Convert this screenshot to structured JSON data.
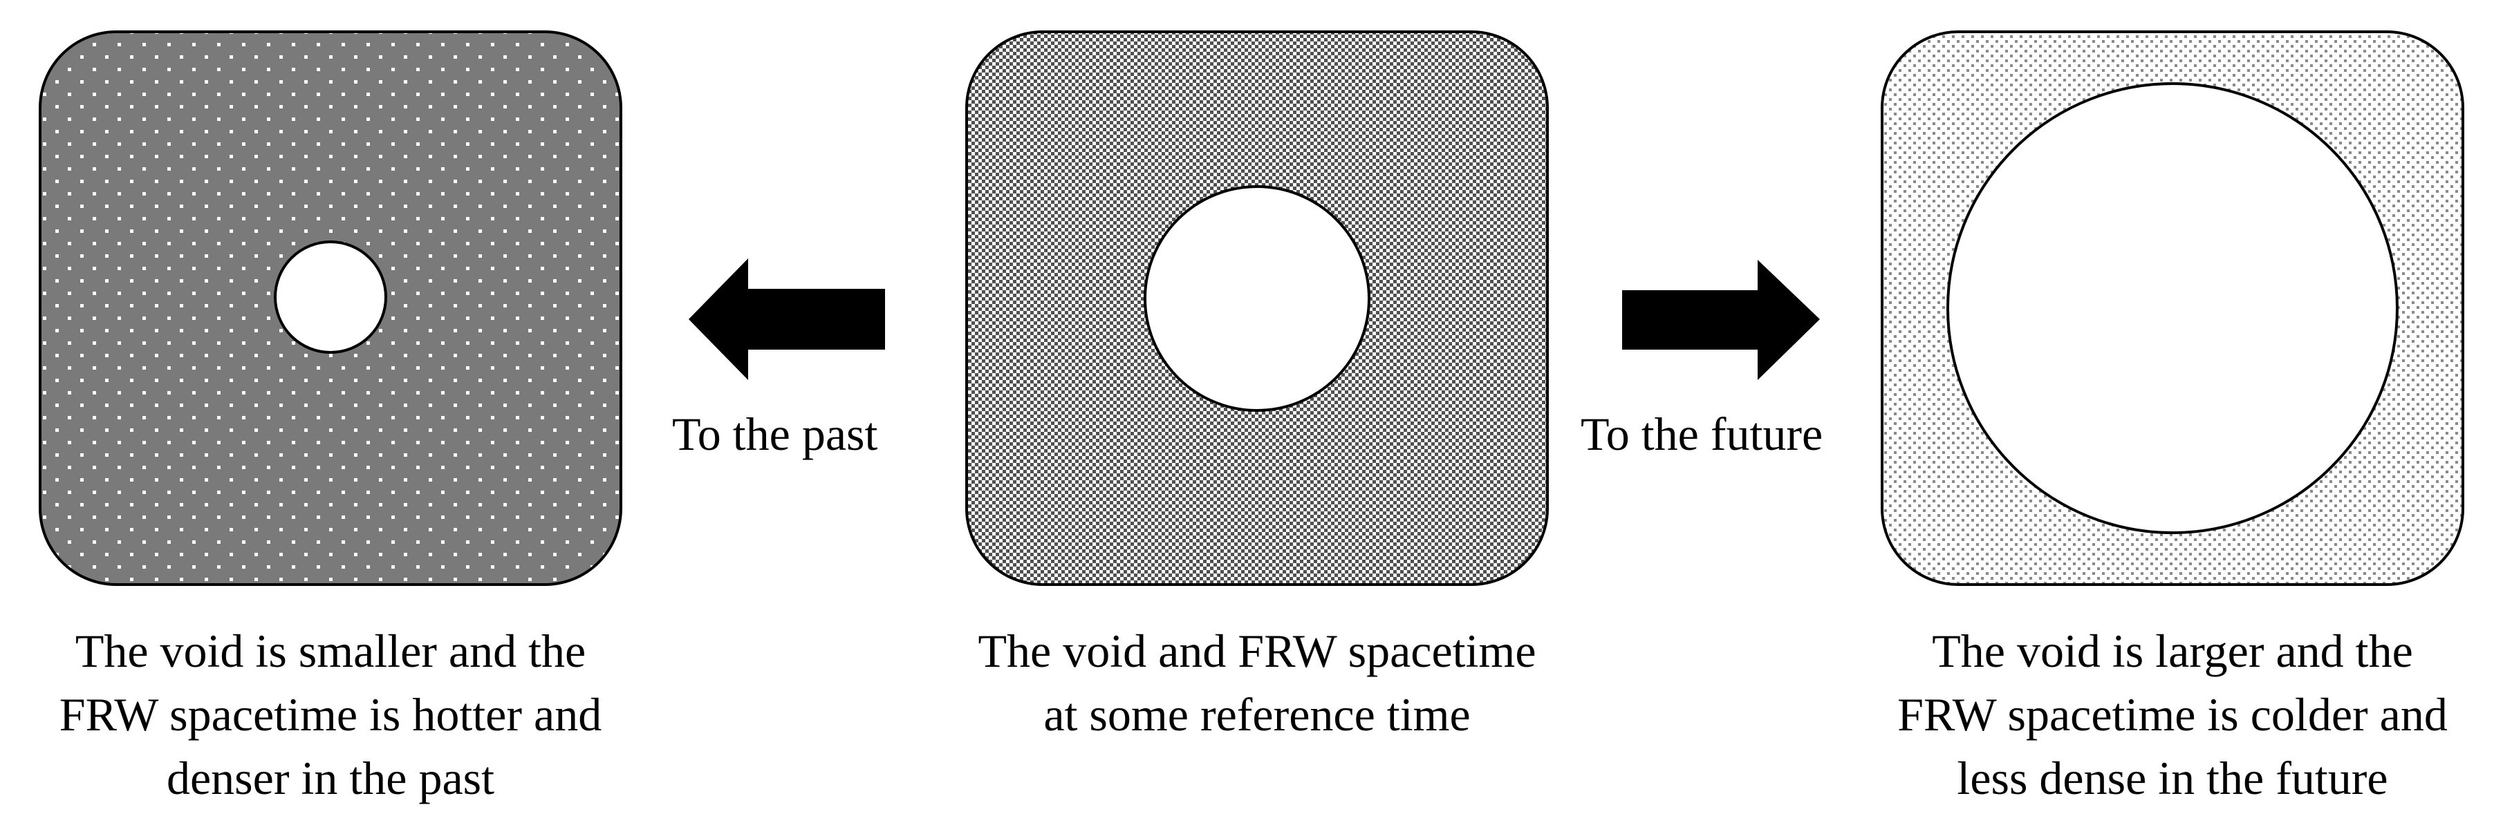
{
  "panels": [
    {
      "id": "past",
      "caption_lines": [
        "The void is smaller and the",
        "FRW spacetime is hotter and",
        "denser in the past"
      ]
    },
    {
      "id": "reference",
      "caption_lines": [
        "The void and FRW spacetime",
        "at some reference time"
      ]
    },
    {
      "id": "future",
      "caption_lines": [
        "The void is larger and the",
        "FRW spacetime is colder and",
        "less dense in the future"
      ]
    }
  ],
  "arrows": {
    "past_label": "To the past",
    "future_label": "To the future"
  },
  "colors": {
    "past_fill": "#7a7a7a",
    "past_dot": "#ffffff",
    "reference_fill": "#ffffff",
    "reference_dot": "#505050",
    "future_fill": "#ffffff",
    "future_dot": "#8a8a8a",
    "void": "#ffffff",
    "outline": "#000000",
    "arrow": "#000000"
  }
}
